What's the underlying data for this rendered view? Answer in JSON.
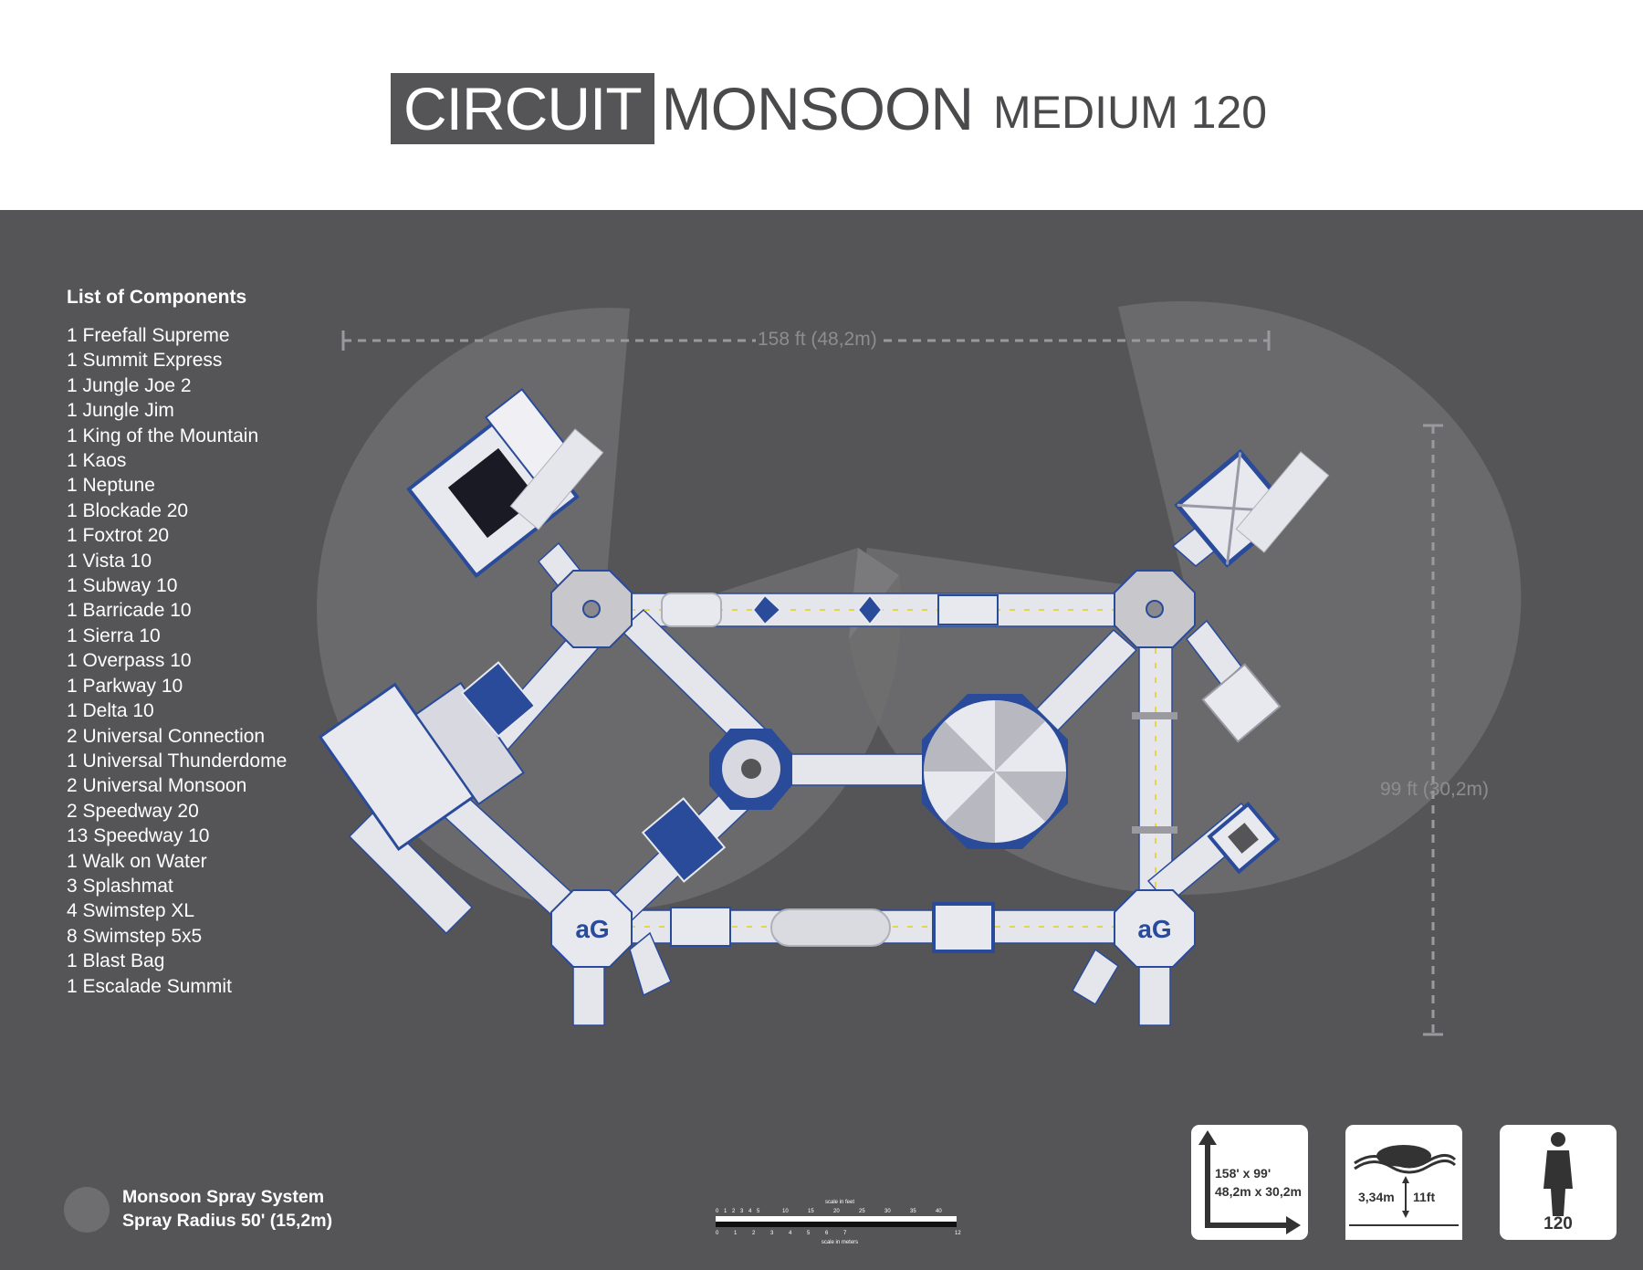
{
  "header": {
    "title_part1": "CIRCUIT",
    "title_part2": "MONSOON",
    "title_part3": "MEDIUM 120"
  },
  "components": {
    "title": "List of Components",
    "items": [
      "1 Freefall Supreme",
      "1 Summit Express",
      "1 Jungle Joe 2",
      "1 Jungle Jim",
      "1 King of the Mountain",
      "1 Kaos",
      "1 Neptune",
      "1 Blockade 20",
      "1 Foxtrot 20",
      "1 Vista 10",
      "1 Subway 10",
      "1 Barricade 10",
      "1 Sierra 10",
      "1 Overpass 10",
      "1 Parkway 10",
      "1 Delta 10",
      "2 Universal Connection",
      "1 Universal Thunderdome",
      "2 Universal Monsoon",
      "2 Speedway 20",
      "13 Speedway 10",
      "1 Walk on Water",
      "3 Splashmat",
      "4 Swimstep XL",
      "8 Swimstep 5x5",
      "1 Blast Bag",
      "1 Escalade Summit"
    ]
  },
  "dimensions": {
    "width_label": "158 ft (48,2m)",
    "height_label": "99 ft (30,2m)"
  },
  "legend": {
    "line1": "Monsoon Spray System",
    "line2": "Spray Radius 50' (15,2m)"
  },
  "scale": {
    "feet_label": "scale in feet",
    "meters_label": "scale in meters",
    "feet_ticks": [
      "0",
      "1",
      "2",
      "3",
      "4",
      "5",
      "10",
      "15",
      "20",
      "25",
      "30",
      "35",
      "40"
    ],
    "meter_ticks": [
      "0",
      "1",
      "2",
      "3",
      "4",
      "5",
      "6",
      "7",
      "12"
    ]
  },
  "info": {
    "size_line1": "158' x 99'",
    "size_line2": "48,2m x 30,2m",
    "depth_m": "3,34m",
    "depth_ft": "11ft",
    "capacity": "120"
  },
  "logo_text": "aG",
  "colors": {
    "background": "#555557",
    "header_bg": "#ffffff",
    "title_box": "#555557",
    "spray_zone": "#6e6e70",
    "module_white": "#e8e9ee",
    "module_blue": "#2a4a9a",
    "hub_gray": "#c8c8cc",
    "accent_yellow": "#e8d23a"
  }
}
